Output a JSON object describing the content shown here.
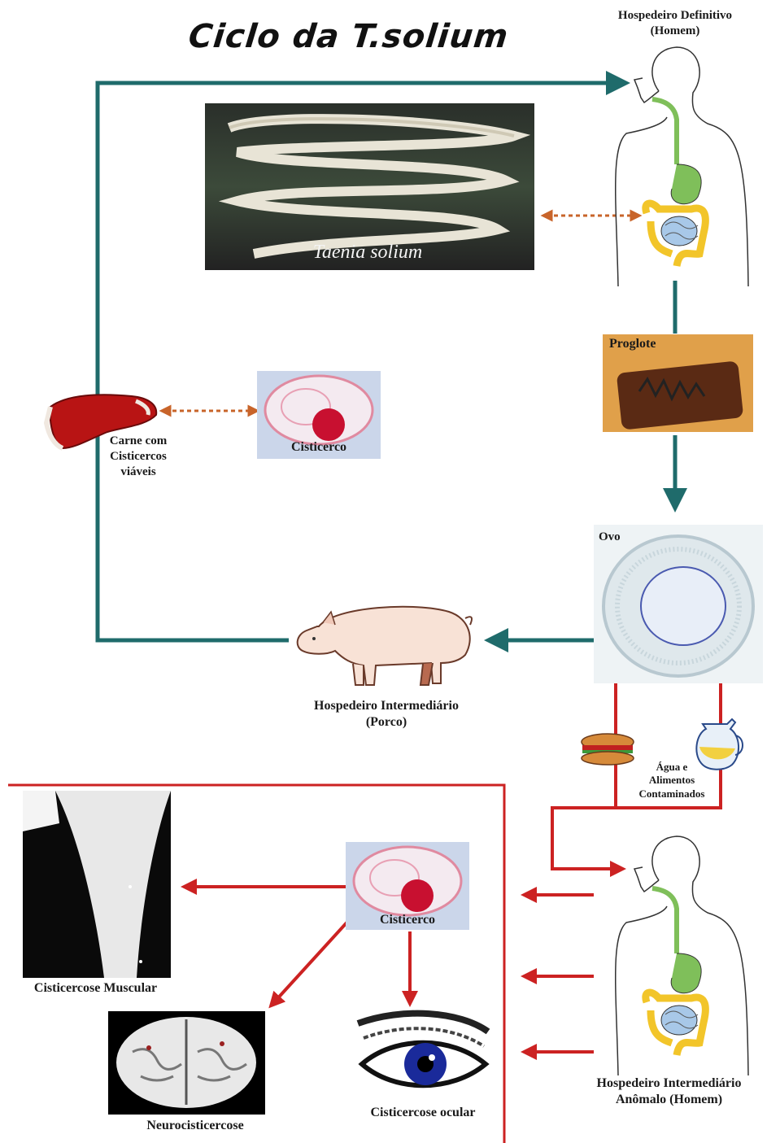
{
  "title": "Ciclo da T.solium",
  "labels": {
    "definitive_host": "Hospedeiro Definitivo",
    "definitive_host_sub": "(Homem)",
    "taenia": "Taenia solium",
    "proglote": "Proglote",
    "ovo": "Ovo",
    "carne_1": "Carne com",
    "carne_2": "Cisticercos",
    "carne_3": "viáveis",
    "cisticerco_top": "Cisticerco",
    "intermediate_host": "Hospedeiro Intermediário",
    "intermediate_host_sub": "(Porco)",
    "agua_1": "Água e",
    "agua_2": "Alimentos",
    "agua_3": "Contaminados",
    "cisticerco_bottom": "Cisticerco",
    "cist_muscular": "Cisticercose Muscular",
    "neuro": "Neurocisticercose",
    "ocular": "Cisticercose ocular",
    "anomalous_host": "Hospedeiro Intermediário",
    "anomalous_host_sub": "Anômalo (Homem)"
  },
  "colors": {
    "teal": "#1f6b6b",
    "red": "#cc2222",
    "orange_dashed": "#c8642a",
    "intestine_yellow": "#f2c52a",
    "intestine_blue": "#a8c8e8",
    "stomach_green": "#7fbf5a"
  },
  "icons": [
    "human-digestive-figure-icon",
    "pig-icon",
    "meat-icon",
    "eye-icon",
    "water-jug-icon",
    "sandwich-icon"
  ]
}
